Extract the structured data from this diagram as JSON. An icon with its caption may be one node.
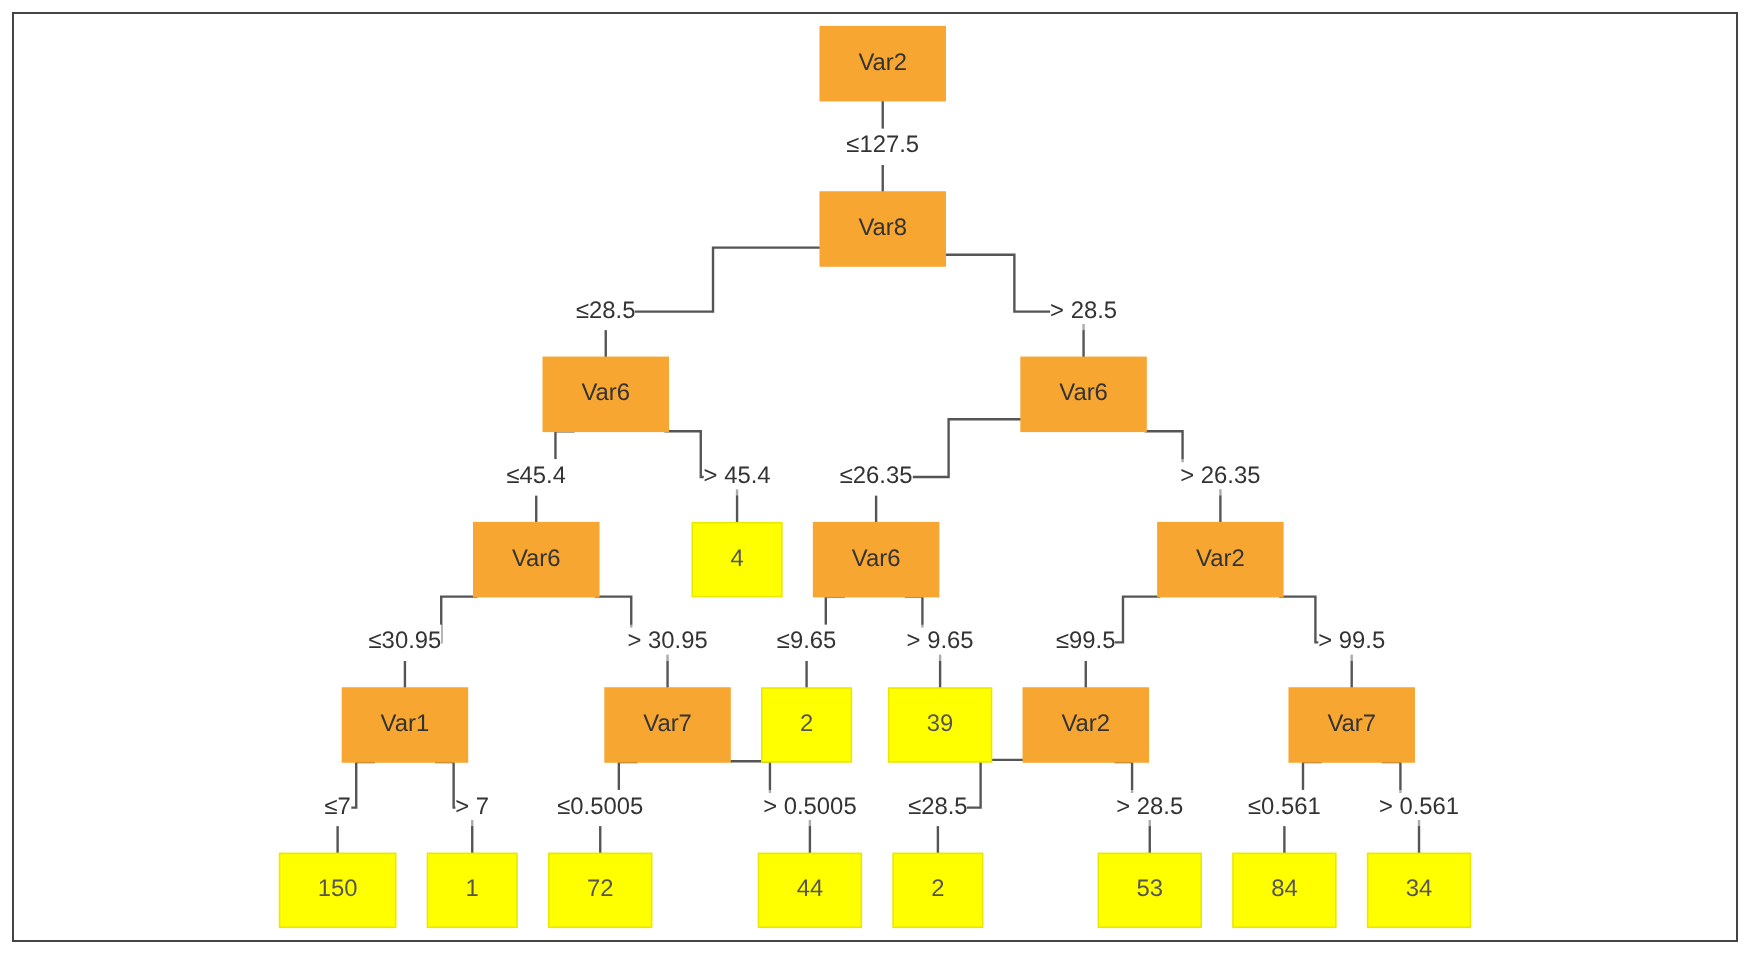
{
  "diagram": {
    "nodes": [
      {
        "text": [
          "Var2"
        ]
      },
      {
        "text": [
          "Var8"
        ]
      },
      {
        "text": [
          "Var6"
        ]
      },
      {
        "text": [
          "Var6"
        ]
      },
      {
        "text": [
          "Var6"
        ]
      },
      {
        "text": [
          "4"
        ]
      },
      {
        "text": [
          "Var6"
        ]
      },
      {
        "text": [
          "Var2"
        ]
      },
      {
        "text": [
          "Var1"
        ]
      },
      {
        "text": [
          "Var7"
        ]
      },
      {
        "text": [
          "2"
        ]
      },
      {
        "text": [
          "39"
        ]
      },
      {
        "text": [
          "Var2"
        ]
      },
      {
        "text": [
          "Var7"
        ]
      },
      {
        "text": [
          "150"
        ]
      },
      {
        "text": [
          "1"
        ]
      },
      {
        "text": [
          "72"
        ]
      },
      {
        "text": [
          "44"
        ]
      },
      {
        "text": [
          "2"
        ]
      },
      {
        "text": [
          "53"
        ]
      },
      {
        "text": [
          "84"
        ]
      },
      {
        "text": [
          "34"
        ]
      }
    ],
    "edges": [
      {
        "from": 0,
        "to": 1,
        "arrow": "none",
        "label": "≤127.5"
      },
      {
        "from": 1,
        "to": 2,
        "arrow": "none",
        "label": "≤28.5"
      },
      {
        "from": 1,
        "to": 3,
        "arrow": "none",
        "label": "> 28.5"
      },
      {
        "from": 2,
        "to": 4,
        "arrow": "none",
        "label": "≤45.4"
      },
      {
        "from": 2,
        "to": 5,
        "arrow": "none",
        "label": "> 45.4"
      },
      {
        "from": 3,
        "to": 6,
        "arrow": "none",
        "label": "≤26.35"
      },
      {
        "from": 3,
        "to": 7,
        "arrow": "none",
        "label": "> 26.35"
      },
      {
        "from": 4,
        "to": 8,
        "arrow": "none",
        "label": "≤30.95"
      },
      {
        "from": 4,
        "to": 9,
        "arrow": "none",
        "label": "> 30.95"
      },
      {
        "from": 6,
        "to": 10,
        "arrow": "none",
        "label": "≤9.65"
      },
      {
        "from": 6,
        "to": 11,
        "arrow": "none",
        "label": "> 9.65"
      },
      {
        "from": 7,
        "to": 12,
        "arrow": "none",
        "label": "≤99.5"
      },
      {
        "from": 7,
        "to": 13,
        "arrow": "none",
        "label": "> 99.5"
      },
      {
        "from": 8,
        "to": 14,
        "arrow": "none",
        "label": "≤7"
      },
      {
        "from": 8,
        "to": 15,
        "arrow": "none",
        "label": "> 7"
      },
      {
        "from": 9,
        "to": 16,
        "arrow": "none",
        "label": "≤0.5005"
      },
      {
        "from": 9,
        "to": 17,
        "arrow": "none",
        "label": "> 0.5005"
      },
      {
        "from": 12,
        "to": 18,
        "arrow": "none",
        "label": "≤28.5"
      },
      {
        "from": 12,
        "to": 19,
        "arrow": "none",
        "label": "> 28.5"
      },
      {
        "from": 13,
        "to": 20,
        "arrow": "none",
        "label": "≤0.561"
      },
      {
        "from": 13,
        "to": 21,
        "arrow": "none",
        "label": "> 0.561"
      }
    ]
  }
}
